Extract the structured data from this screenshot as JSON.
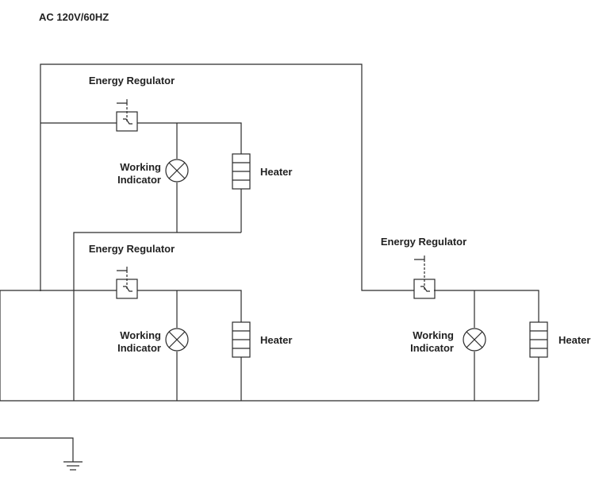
{
  "diagram": {
    "supply_label": "AC 120V/60HZ",
    "units": [
      {
        "regulator_label": "Energy Regulator",
        "indicator_label_line1": "Working",
        "indicator_label_line2": "Indicator",
        "heater_label": "Heater"
      },
      {
        "regulator_label": "Energy Regulator",
        "indicator_label_line1": "Working",
        "indicator_label_line2": "Indicator",
        "heater_label": "Heater"
      },
      {
        "regulator_label": "Energy Regulator",
        "indicator_label_line1": "Working",
        "indicator_label_line2": "Indicator",
        "heater_label": "Heater"
      }
    ]
  }
}
